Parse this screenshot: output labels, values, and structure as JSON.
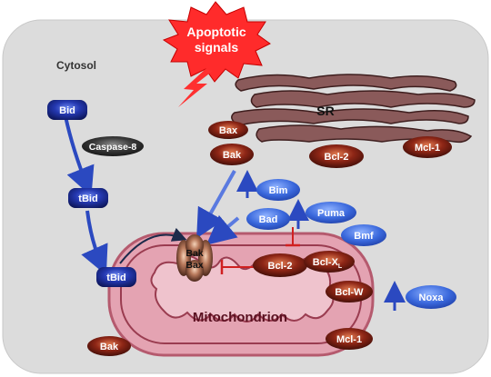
{
  "signal": {
    "line1": "Apoptotic",
    "line2": "signals"
  },
  "compartments": {
    "cytosol": "Cytosol",
    "sr": "SR",
    "mitochondrion": "Mitochondrion"
  },
  "proteins": {
    "bid": "Bid",
    "caspase8": "Caspase-8",
    "tbid_upper": "tBid",
    "tbid_lower": "tBid",
    "bax_sr": "Bax",
    "bak_sr": "Bak",
    "bcl2_sr": "Bcl-2",
    "mcl1_sr": "Mcl-1",
    "bim": "Bim",
    "bad": "Bad",
    "puma": "Puma",
    "bmf": "Bmf",
    "noxa": "Noxa",
    "bak_pore": "Bak",
    "bax_pore": "Bax",
    "bcl2_mito": "Bcl-2",
    "bclxl_main": "Bcl-X",
    "bclxl_sub": "L",
    "bclw": "Bcl-W",
    "mcl1_mito": "Mcl-1",
    "bak_mito": "Bak"
  },
  "colors": {
    "background": "#dcdcdc",
    "blue_pill": "#1e2f9a",
    "red_pill": "#7a1a10",
    "light_blue_oval": "#3d6fe0",
    "mitochondrion": "#e3a0b0",
    "burst": "#ff2b2b"
  }
}
